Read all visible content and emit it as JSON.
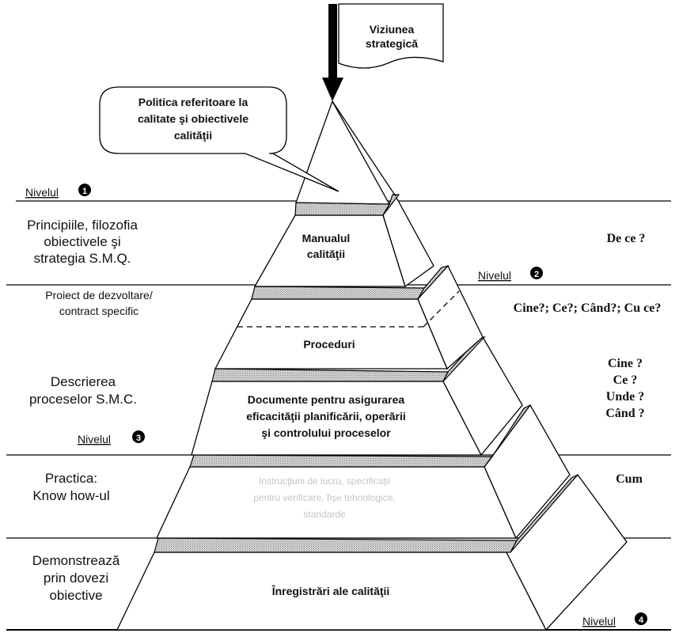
{
  "vision": {
    "line1": "Viziunea",
    "line2": "strategică"
  },
  "callout": {
    "line1": "Politica referitoare la",
    "line2": "calitate şi  obiectivele",
    "line3": "calităţii"
  },
  "levels": {
    "l1": {
      "label": "Nivelul",
      "number": "1"
    },
    "l2": {
      "label": "Nivelul",
      "number": "2"
    },
    "l3": {
      "label": "Nivelul",
      "number": "3"
    },
    "l4": {
      "label": "Nivelul",
      "number": "4"
    }
  },
  "left": {
    "principles": [
      "Principiile, filozofia",
      "obiectivele şi",
      "strategia S.M.Q."
    ],
    "project": [
      "Proiect de dezvoltare/",
      "contract specific"
    ],
    "description": [
      "Descrierea",
      "proceselor S.M.C."
    ],
    "practice": [
      "Practica:",
      "Know how-ul"
    ],
    "demonstrates": [
      "Demonstrează",
      "prin dovezi",
      "obiective"
    ]
  },
  "pyramid": {
    "manual": [
      "Manualul",
      "calităţii"
    ],
    "procedures": "Proceduri",
    "documents": [
      "Documente pentru asigurarea",
      "eficacităţii planificării, operării",
      "şi controlului proceselor"
    ],
    "practice_faint": [
      "Instrucţiuni de lucru, specificaţii",
      "pentru verificare, fişe tehnologice,",
      "standarde"
    ],
    "records": "Înregistrări ale calităţii"
  },
  "right": {
    "why": "De ce ?",
    "who_what": "Cine?; Ce?; Când?; Cu ce?",
    "questions": [
      "Cine ?",
      "Ce ?",
      "Unde ?",
      "Când ?"
    ],
    "how": "Cum"
  },
  "colors": {
    "ink": "#000000",
    "background": "#ffffff",
    "slab_dots": "#8a8a8a"
  }
}
